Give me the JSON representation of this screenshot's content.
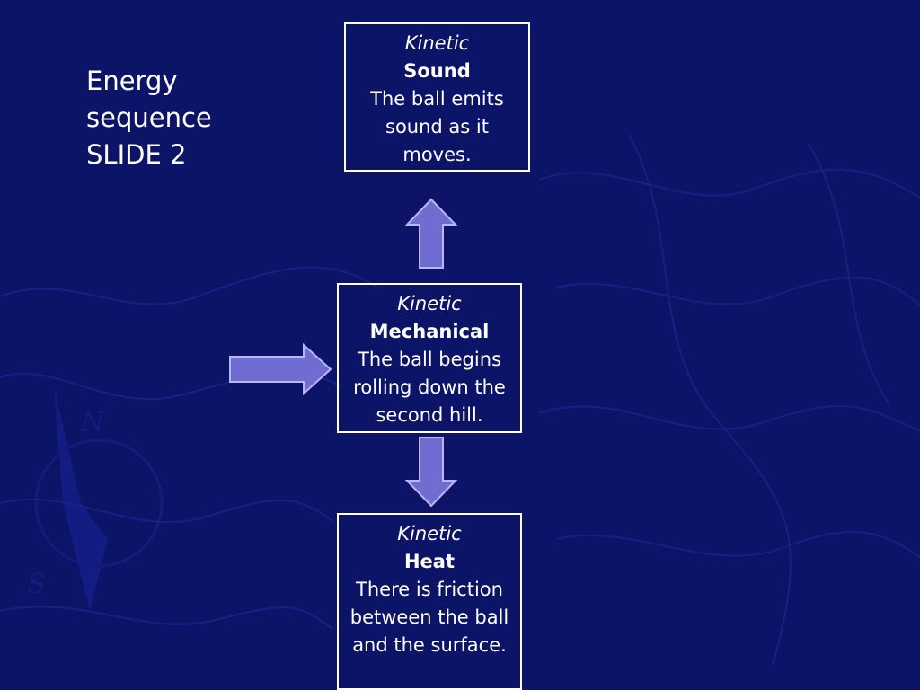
{
  "slide": {
    "title_lines": [
      "Energy",
      "sequence",
      "SLIDE 2"
    ]
  },
  "colors": {
    "background": "#0c1468",
    "arrow_fill": "#6f6cd2",
    "arrow_stroke": "#b9b6f2",
    "box_border": "#ffffff",
    "text": "#ffffff"
  },
  "boxes": {
    "sound": {
      "kind": "Kinetic",
      "form": "Sound",
      "description": "The ball emits sound as it moves."
    },
    "mechanical": {
      "kind": "Kinetic",
      "form": "Mechanical",
      "description": "The ball begins rolling down the second hill."
    },
    "heat": {
      "kind": "Kinetic",
      "form": "Heat",
      "description": "There is friction between the ball and the surface."
    }
  },
  "arrows": [
    {
      "name": "up-arrow",
      "direction": "up"
    },
    {
      "name": "right-arrow",
      "direction": "right"
    },
    {
      "name": "down-arrow",
      "direction": "down"
    }
  ]
}
